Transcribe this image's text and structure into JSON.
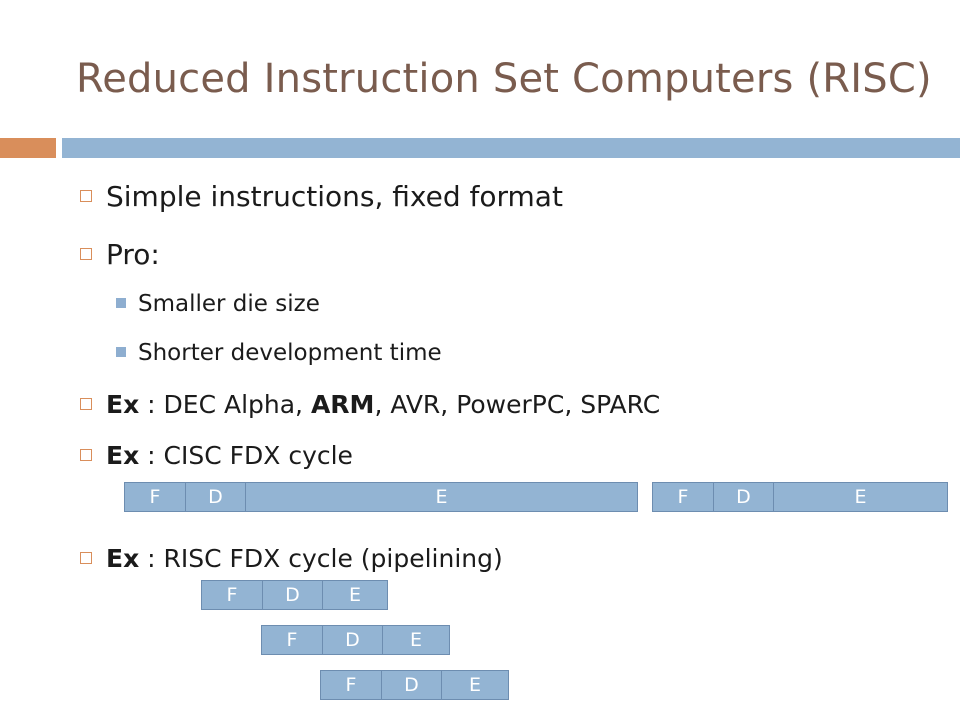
{
  "slide": {
    "title": "Reduced Instruction Set Computers (RISC)",
    "accent_color": "#d98e5b",
    "bar_color": "#93b4d3",
    "title_color": "#7a5c4e",
    "bullets": {
      "b1": "Simple instructions, fixed format",
      "b2": "Pro:",
      "b2_sub1": "Smaller die size",
      "b2_sub2": "Shorter development time",
      "b3_label": "Ex",
      "b3_sep": " : DEC Alpha, ",
      "b3_arm": "ARM",
      "b3_rest": ", AVR, PowerPC, SPARC",
      "b4_label": "Ex",
      "b4_text": " : CISC  FDX cycle",
      "b5_label": "Ex",
      "b5_text": " : RISC FDX cycle (pipelining)"
    },
    "cisc_cycles": [
      {
        "f": "F",
        "d": "D",
        "e": "E"
      },
      {
        "f": "F",
        "d": "D",
        "e": "E"
      }
    ],
    "risc_cycles": [
      {
        "f": "F",
        "d": "D",
        "e": "E"
      },
      {
        "f": "F",
        "d": "D",
        "e": "E"
      },
      {
        "f": "F",
        "d": "D",
        "e": "E"
      }
    ]
  }
}
